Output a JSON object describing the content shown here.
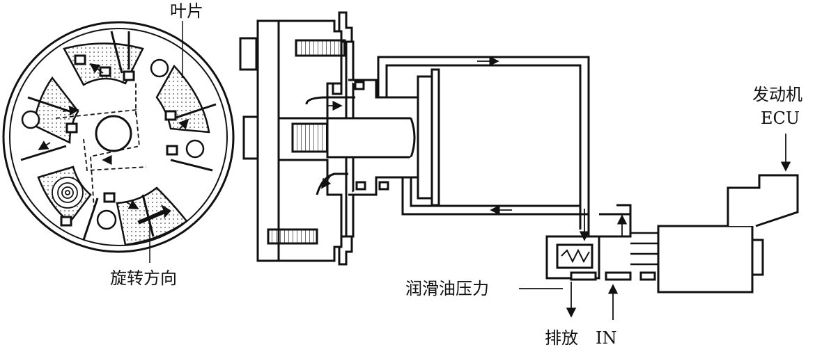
{
  "labels": {
    "vane": "叶片",
    "rotation_direction": "旋转方向",
    "engine": "发动机",
    "ecu": "ECU",
    "oil_pressure": "润滑油压力",
    "drain": "排放",
    "inlet": "IN"
  },
  "colors": {
    "line": "#111111",
    "background": "#ffffff",
    "dots": "#444444"
  }
}
